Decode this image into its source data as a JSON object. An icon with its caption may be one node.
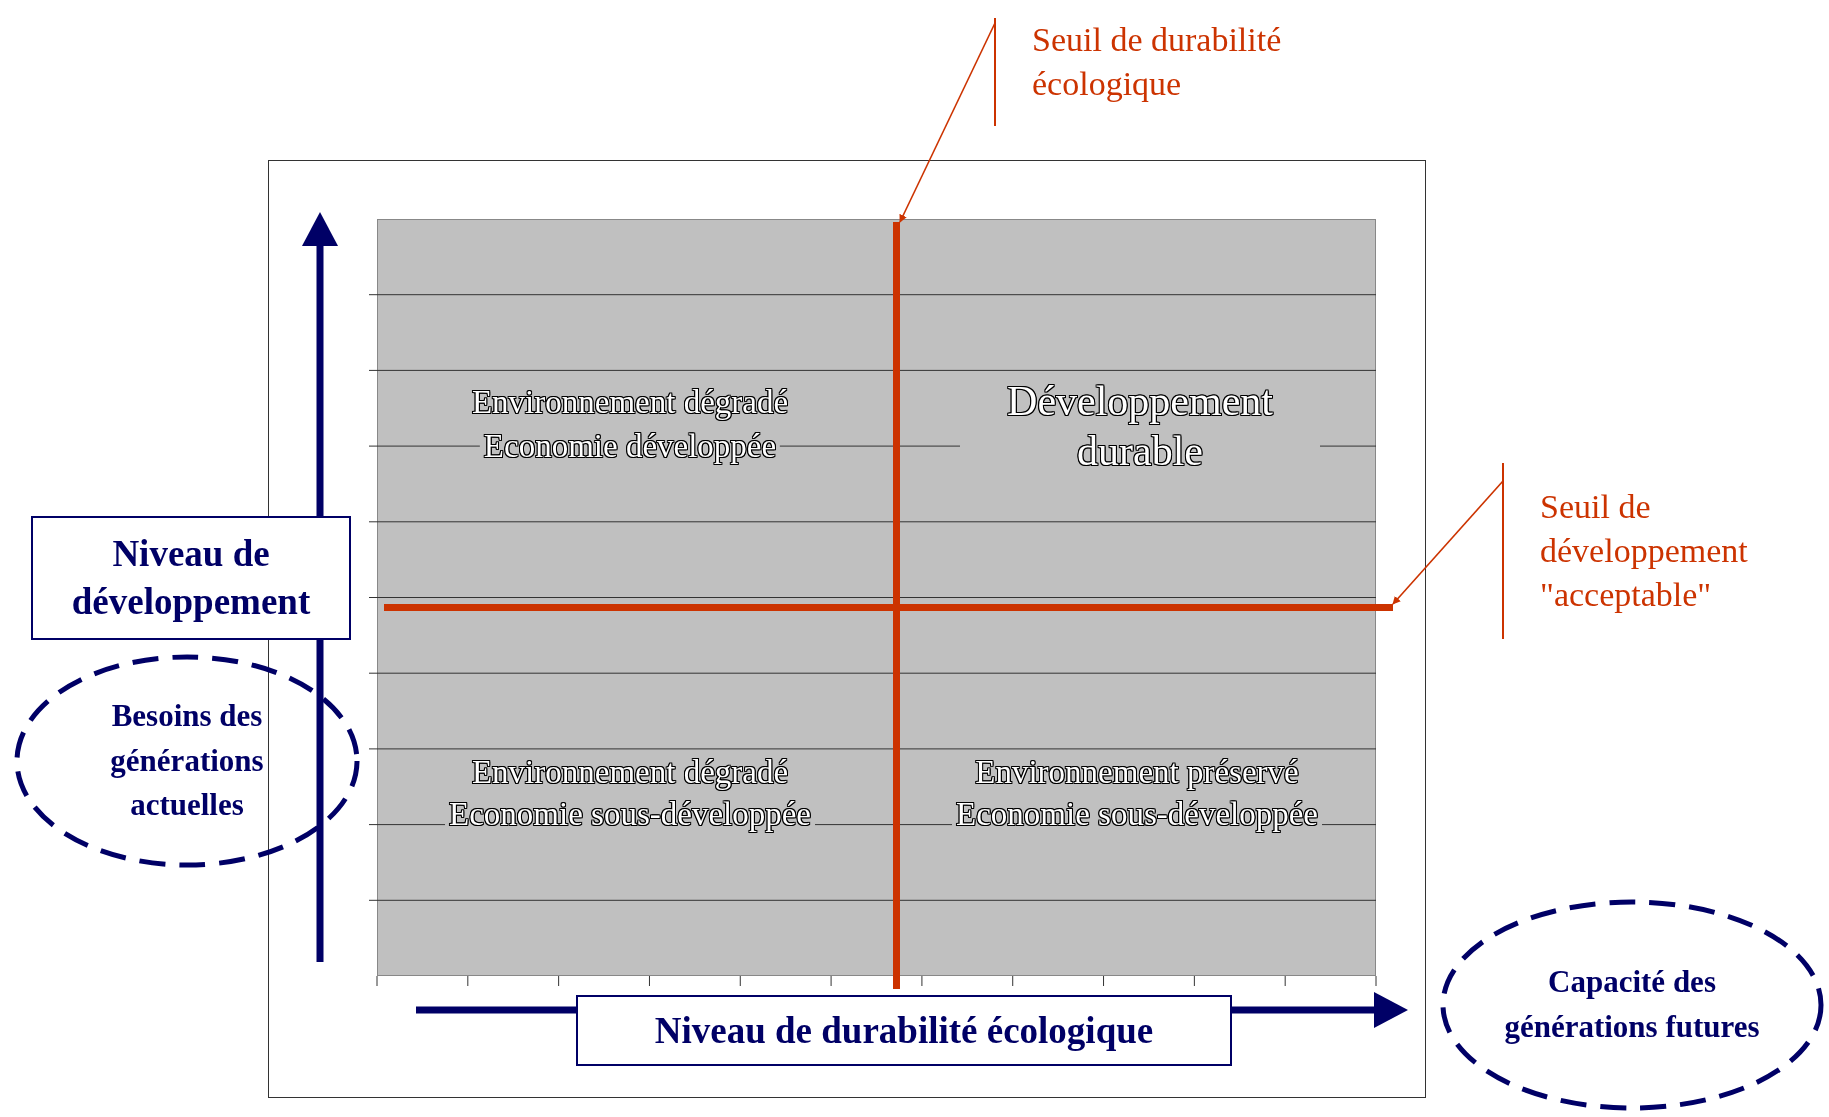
{
  "diagram": {
    "nodes": [
      {
        "text": [
          "Seuil de durabilité écologique"
        ]
      },
      {
        "text": [
          "Seuil de développement \"acceptable\""
        ]
      },
      {
        "text": [
          "Niveau de développement"
        ]
      },
      {
        "text": [
          "Besoins des générations actuelles"
        ]
      },
      {
        "text": [
          "Niveau de durabilité écologique"
        ]
      },
      {
        "text": [
          "Capacité des générations futures"
        ]
      },
      {
        "text": [],
        "shape": "bar"
      },
      {
        "text": [],
        "shape": "bar"
      }
    ],
    "edges": [
      {
        "from": 0,
        "to": 6,
        "arrow": "to",
        "color": "#cc3300"
      },
      {
        "from": 1,
        "to": 7,
        "arrow": "to",
        "color": "#cc3300"
      }
    ],
    "labels": [
      "Environnement dégradé",
      "Economie développée",
      "Développement durable",
      "Environnement dégradé",
      "Economie sous-développée",
      "Environnement préservé",
      "Economie sous-développée"
    ]
  }
}
